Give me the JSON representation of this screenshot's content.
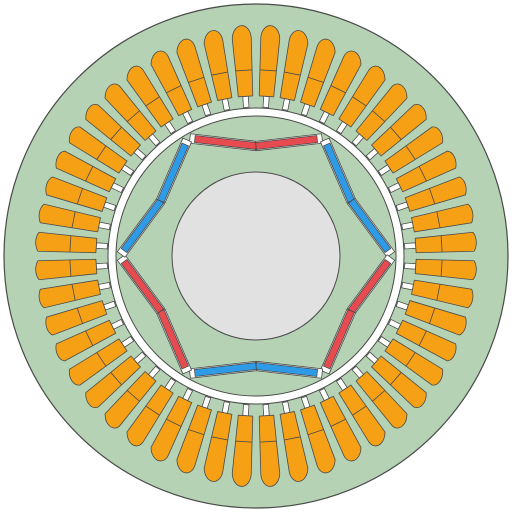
{
  "diagram": {
    "kind": "permanent magnet motor cross-section",
    "stator": {
      "slot_count": 48,
      "colors": {
        "core_fill": "#b5d3b4",
        "outline": "#4a4a4a",
        "winding_fill": "#f5a015",
        "slot_opening_fill": "#ffffff"
      }
    },
    "air_gap": {
      "fill": "#ffffff"
    },
    "rotor": {
      "pole_count": 6,
      "colors": {
        "core_fill": "#b5d3b4",
        "magnet_north": "#e64b4f",
        "magnet_south": "#2e9be6",
        "pocket_fill": "#ffffff"
      },
      "magnet_polarity": [
        "north",
        "south",
        "north",
        "south",
        "north",
        "south"
      ]
    },
    "shaft": {
      "fill": "#e1e1e1"
    }
  }
}
